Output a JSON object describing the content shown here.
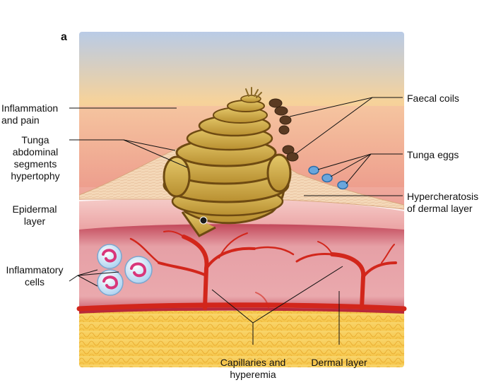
{
  "panel_letter": "a",
  "labels": {
    "inflammation": [
      "Inflammation",
      "and pain"
    ],
    "tunga_segments": [
      "Tunga",
      "abdominal",
      "segments",
      "hypertophy"
    ],
    "epidermal": [
      "Epidermal",
      "layer"
    ],
    "inflammatory_cells": [
      "Inflammatory",
      "cells"
    ],
    "faecal_coils": [
      "Faecal coils"
    ],
    "tunga_eggs": [
      "Tunga eggs"
    ],
    "hyperkeratosis": [
      "Hypercheratosis",
      "of dermal layer"
    ],
    "capillaries": [
      "Capillaries and",
      "hyperemia"
    ],
    "dermal": [
      "Dermal layer"
    ]
  },
  "colors": {
    "sky_top": "#b9cbe6",
    "sky_bottom": "#f6d29a",
    "inflamed": "#ee9a8c",
    "epidermis": "#f2c1bd",
    "dermis": "#e9a2a6",
    "fat": "#f6c64a",
    "vessel": "#d2261b",
    "flea_body": "#c9a341",
    "flea_outline": "#6e4a12",
    "egg": "#6aa6dc",
    "faeces": "#5a3a22"
  },
  "icons": {
    "flea": "tunga-flea-illustration",
    "egg": "egg-icon",
    "cell": "inflammatory-cell-icon",
    "faeces": "faecal-coil-icon"
  }
}
